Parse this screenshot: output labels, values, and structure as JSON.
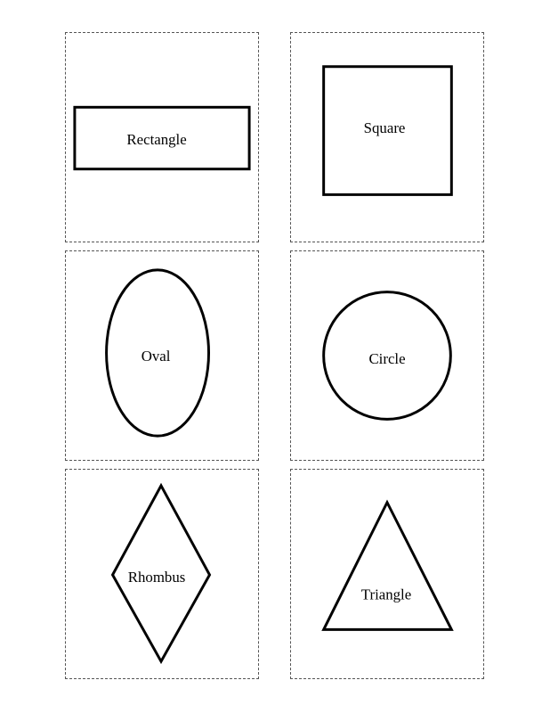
{
  "cards": [
    {
      "label": "Rectangle"
    },
    {
      "label": "Square"
    },
    {
      "label": "Oval"
    },
    {
      "label": "Circle"
    },
    {
      "label": "Rhombus"
    },
    {
      "label": "Triangle"
    }
  ],
  "colors": {
    "stroke": "#000000",
    "card_border": "#555555",
    "background": "#ffffff"
  }
}
